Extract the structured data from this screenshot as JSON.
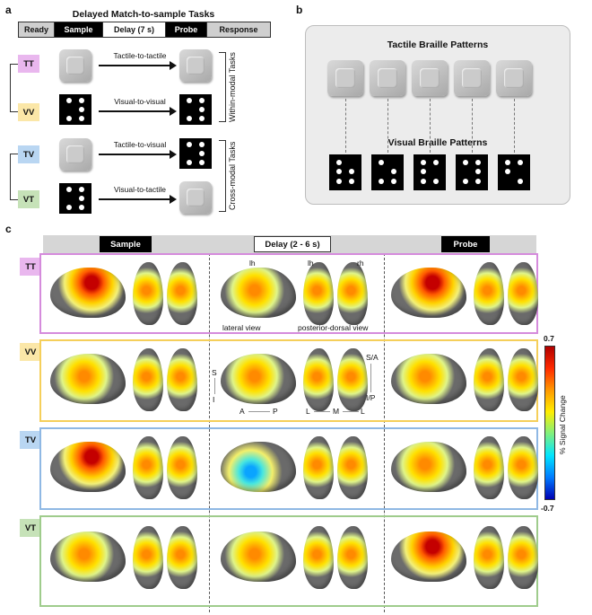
{
  "panel_a": {
    "letter": "a",
    "title": "Delayed Match-to-sample Tasks",
    "phases": [
      "Ready",
      "Sample",
      "Delay (7 s)",
      "Probe",
      "Response"
    ],
    "tasks": [
      {
        "tag": "TT",
        "label": "Tactile-to-tactile"
      },
      {
        "tag": "VV",
        "label": "Visual-to-visual"
      },
      {
        "tag": "TV",
        "label": "Tactile-to-visual"
      },
      {
        "tag": "VT",
        "label": "Visual-to-tactile"
      }
    ],
    "group_within": "Within-modal Tasks",
    "group_cross": "Cross-modal Tasks"
  },
  "panel_b": {
    "letter": "b",
    "tactile_title": "Tactile Braille Patterns",
    "visual_title": "Visual Braille Patterns"
  },
  "panel_c": {
    "letter": "c",
    "phases": [
      "Sample",
      "Delay (2 - 6 s)",
      "Probe"
    ],
    "rows": [
      "TT",
      "VV",
      "TV",
      "VT"
    ],
    "hemi_lh": "lh",
    "hemi_lh2": "lh",
    "hemi_rh": "rh",
    "lateral_view": "lateral view",
    "posterior_view": "posterior-dorsal view",
    "axis_s": "S",
    "axis_i": "I",
    "axis_a": "A",
    "axis_p": "P",
    "axis_sa": "S/A",
    "axis_ip": "I/P",
    "axis_l1": "L",
    "axis_m": "M",
    "axis_l2": "L",
    "colorbar_max": "0.7",
    "colorbar_min": "-0.7",
    "colorbar_label": "% Signal Change"
  },
  "colors": {
    "tt": "#d58bdc",
    "vv": "#f5cf5a",
    "tv": "#8fb8e4",
    "vt": "#9fcc8c"
  }
}
